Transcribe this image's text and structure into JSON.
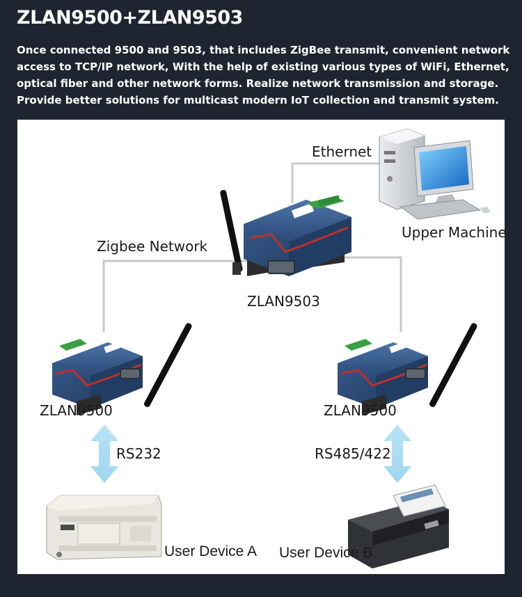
{
  "header": {
    "title": "ZLAN9500+ZLAN9503",
    "description_lines": [
      "Once connected 9500 and 9503, that includes ZigBee transmit, convenient network",
      "access to TCP/IP network,  With the help of existing various types of WiFi, Ethernet,",
      "optical fiber and other network forms. Realize network transmission and storage.",
      "Provide better solutions for multicast modern IoT collection and transmit system."
    ]
  },
  "diagram": {
    "ethernet_label": "Ethernet",
    "upper_machine_label": "Upper Machine",
    "zigbee_label": "Zigbee Network",
    "center_device_label": "ZLAN9503",
    "left_device_label": "ZLAN9500",
    "right_device_label": "ZLAN9500",
    "left_link_label": "RS232",
    "right_link_label": "RS485/422",
    "user_device_a_label": "User Device A",
    "user_device_b_label": "User Device B",
    "device_brand": "ZLAN",
    "device_port": "RS232"
  },
  "colors": {
    "background": "#1f2530",
    "panel": "#ffffff",
    "connector_line": "#c8c8c8",
    "arrow": "#a9dcf2",
    "device_body": "#27466f",
    "device_accent": "#c0302a",
    "terminal_green": "#3aa043"
  }
}
